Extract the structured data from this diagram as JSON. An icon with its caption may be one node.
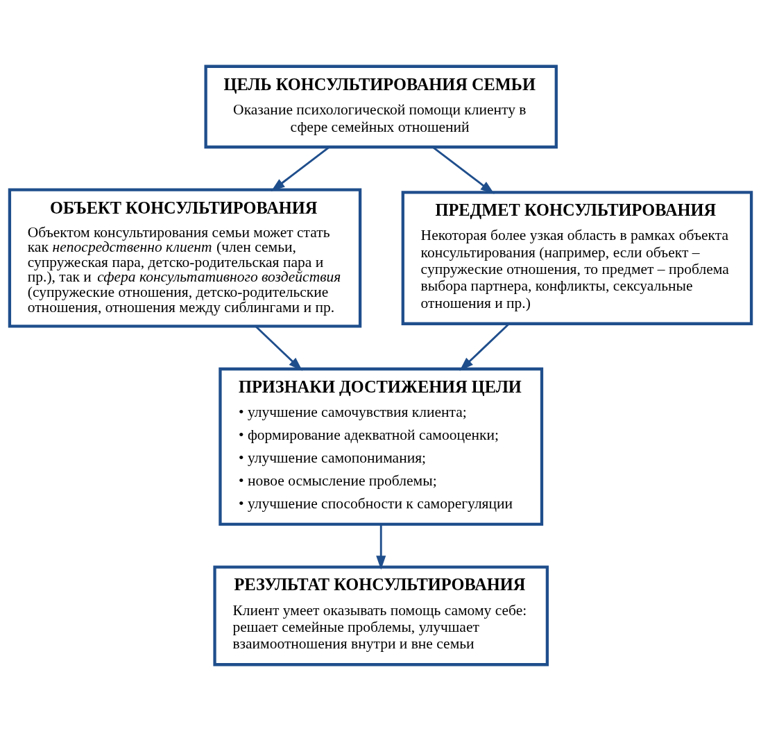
{
  "diagram": {
    "nodes": [
      {
        "text": [
          "ЦЕЛЬ КОНСУЛЬТИРОВАНИЯ СЕМЬИ",
          "Оказание психологической помощи клиенту в сфере семейных отношений"
        ]
      },
      {
        "text": [
          "ОБЪЕКТ КОНСУЛЬТИРОВАНИЯ",
          "Объектом консультирования семьи может стать как *непосредственно клиент* (член семьи, супружеская пара, детско-родительская пара и пр.), так и *сфера консультативного воздействия* (супружеские отношения, детско-родительские отношения, отношения между сиблингами и пр."
        ]
      },
      {
        "text": [
          "ПРЕДМЕТ КОНСУЛЬТИРОВАНИЯ",
          "Некоторая более узкая область в рамках объекта консультирования (например, если объект – супружеские отношения, то предмет – проблема выбора партнера, конфликты, сексуальные отношения и пр.)"
        ]
      },
      {
        "text": [
          "ПРИЗНАКИ ДОСТИЖЕНИЯ ЦЕЛИ",
          "• улучшение самочувствия клиента;",
          "• формирование адекватной самооценки;",
          "• улучшение самопонимания;",
          "• новое осмысление проблемы;",
          "• улучшение способности к саморегуляции"
        ]
      },
      {
        "text": [
          "РЕЗУЛЬТАТ КОНСУЛЬТИРОВАНИЯ",
          "Клиент умеет оказывать помощь самому себе: решает семейные проблемы, улучшает взаимоотношения внутри и вне семьи"
        ]
      }
    ],
    "edges": [
      {
        "from": 0,
        "to": 1,
        "arrow": "to"
      },
      {
        "from": 0,
        "to": 2,
        "arrow": "to"
      },
      {
        "from": 1,
        "to": 3,
        "arrow": "to"
      },
      {
        "from": 2,
        "to": 3,
        "arrow": "to"
      },
      {
        "from": 3,
        "to": 4,
        "arrow": "to"
      }
    ]
  }
}
